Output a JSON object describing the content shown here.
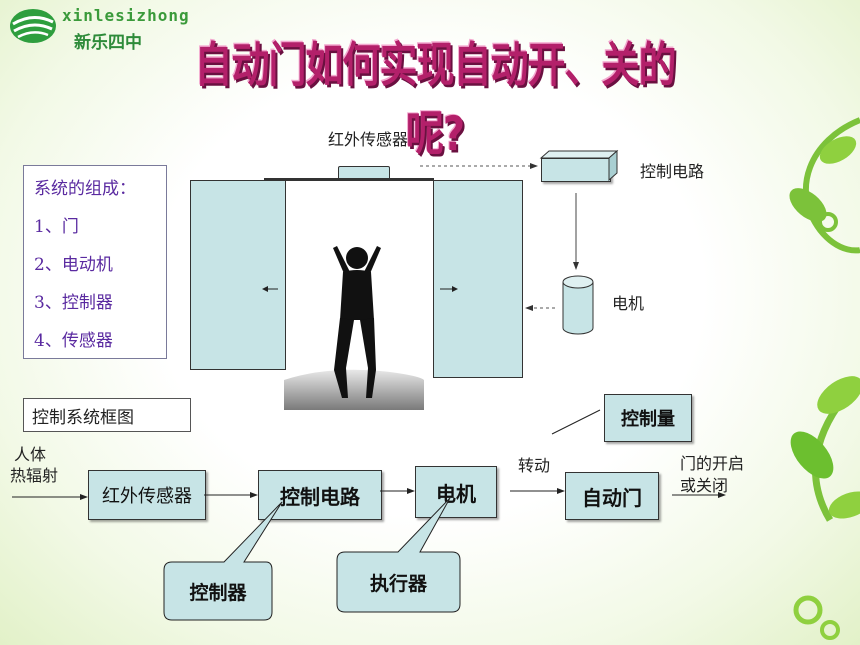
{
  "logo": {
    "latin": "xinlesizhong",
    "chinese": "新乐四中"
  },
  "title": "自动门如何实现自动开、关的呢?",
  "scene": {
    "sensor_label": "红外传感器",
    "control_circuit_label": "控制电路",
    "motor_label": "电机"
  },
  "composition": {
    "heading": "系统的组成：",
    "items": [
      "1、门",
      "2、电动机",
      "3、控制器",
      "4、传感器"
    ]
  },
  "block_diagram": {
    "frame_title": "控制系统框图",
    "input_label_1": "人体",
    "input_label_2": "热辐射",
    "blocks": [
      "红外传感器",
      "控制电路",
      "电机",
      "自动门"
    ],
    "rotate_label": "转动",
    "control_qty": "控制量",
    "output_label_1": "门的开启",
    "output_label_2": "或关闭",
    "callout_controller": "控制器",
    "callout_actuator": "执行器"
  },
  "colors": {
    "title": "#b3206a",
    "box_fill": "#c7e4e6",
    "composition_text": "#5a2aa0",
    "leaf_green": "#6cbf2f"
  }
}
